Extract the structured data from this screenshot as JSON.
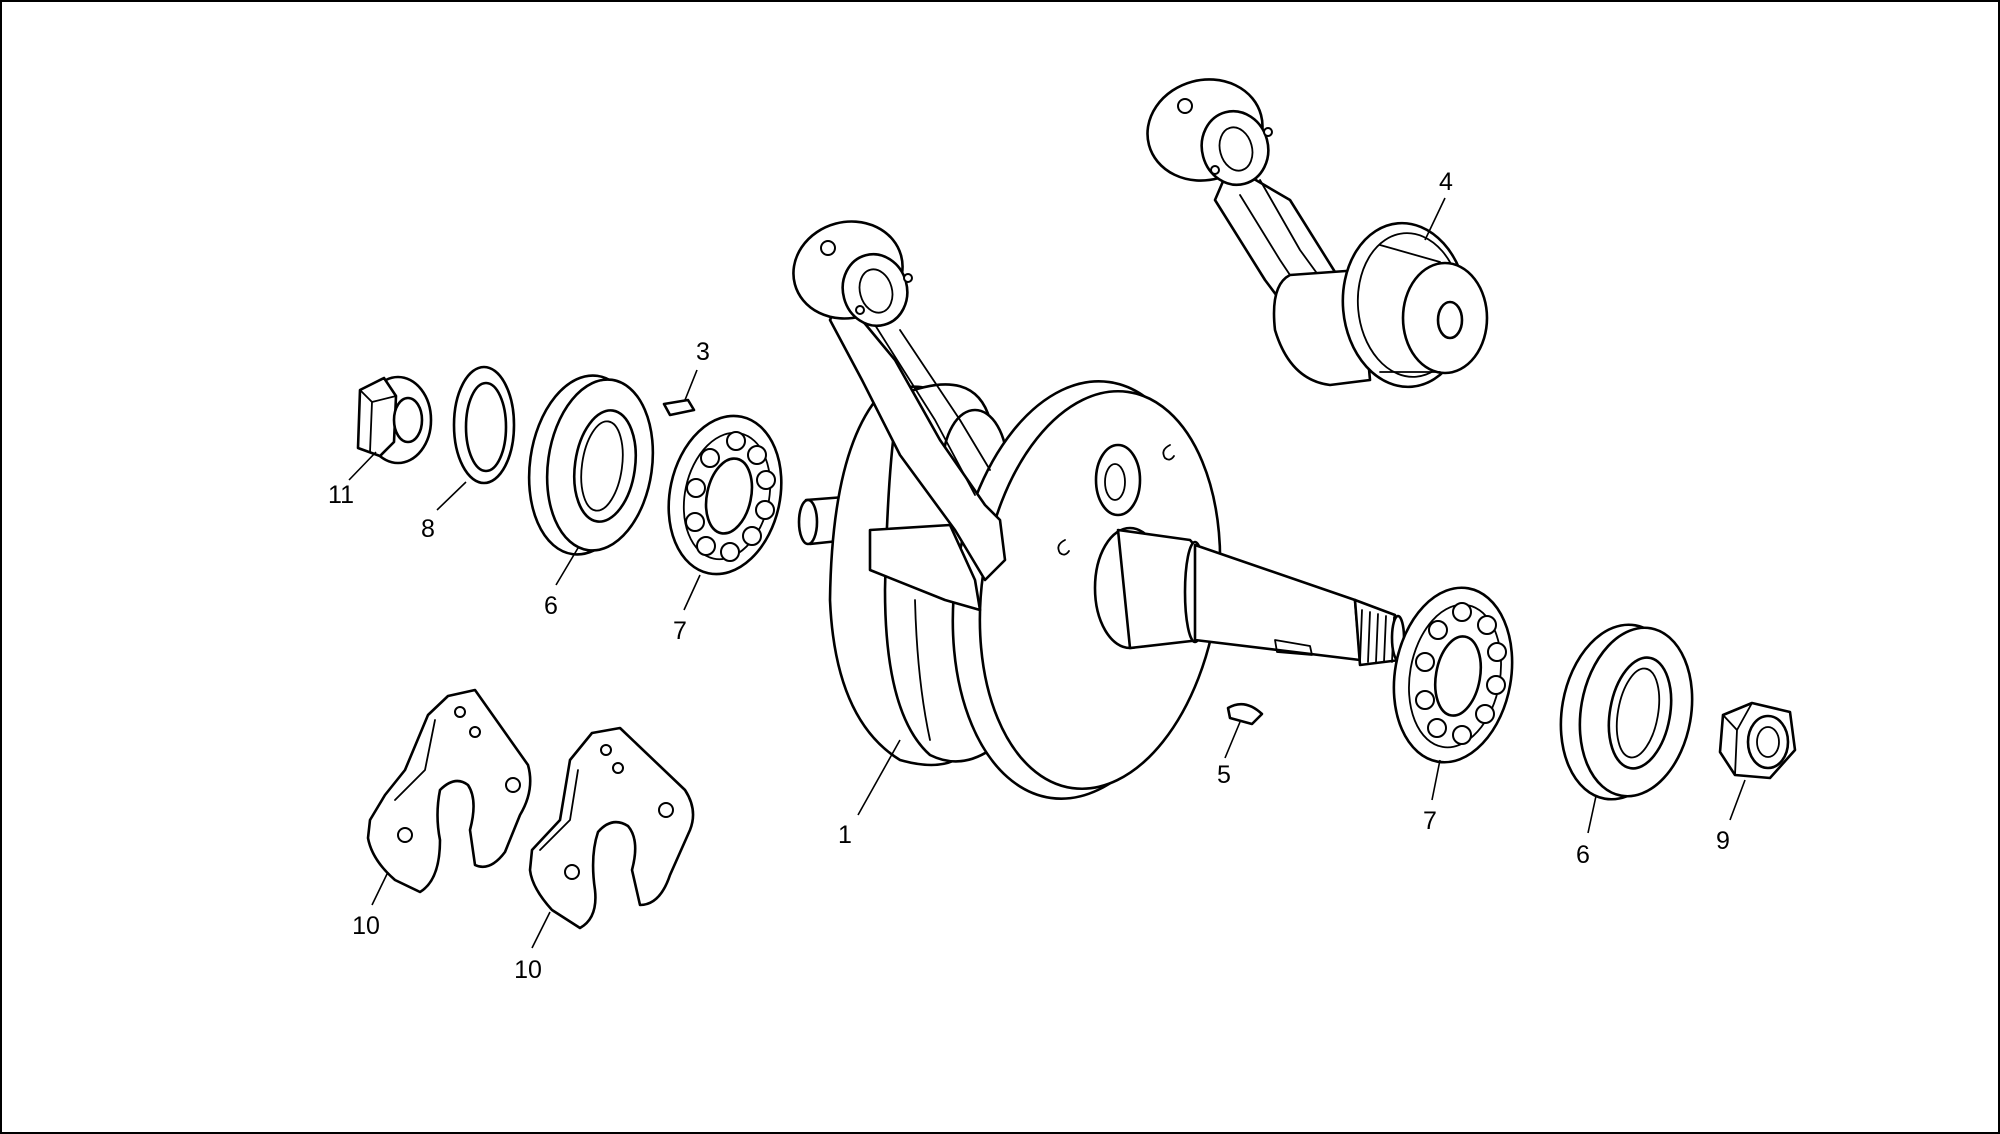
{
  "callouts": [
    {
      "id": "c11",
      "label": "11"
    },
    {
      "id": "c8",
      "label": "8"
    },
    {
      "id": "c6l",
      "label": "6"
    },
    {
      "id": "c3",
      "label": "3"
    },
    {
      "id": "c7l",
      "label": "7"
    },
    {
      "id": "c1",
      "label": "1"
    },
    {
      "id": "c4",
      "label": "4"
    },
    {
      "id": "c5",
      "label": "5"
    },
    {
      "id": "c7r",
      "label": "7"
    },
    {
      "id": "c6r",
      "label": "6"
    },
    {
      "id": "c9",
      "label": "9"
    },
    {
      "id": "c10l",
      "label": "10"
    },
    {
      "id": "c10r",
      "label": "10"
    }
  ]
}
